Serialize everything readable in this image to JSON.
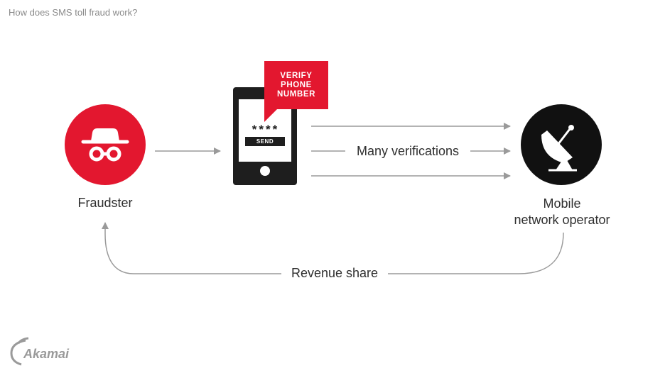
{
  "title": "How does SMS toll fraud work?",
  "nodes": {
    "fraudster": {
      "label": "Fraudster",
      "color": "#e3172f"
    },
    "phone": {
      "bubble_lines": [
        "VERIFY",
        "PHONE",
        "NUMBER"
      ],
      "pin_mask": "****",
      "send_label": "SEND",
      "bubble_color": "#e3172f"
    },
    "mno": {
      "label_lines": [
        "Mobile",
        "network operator"
      ],
      "color": "#111111"
    }
  },
  "edges": {
    "verifications_label": "Many verifications",
    "revenue_label": "Revenue share"
  },
  "brand": {
    "logo_text": "Akamai",
    "color": "#9a9a9a"
  }
}
